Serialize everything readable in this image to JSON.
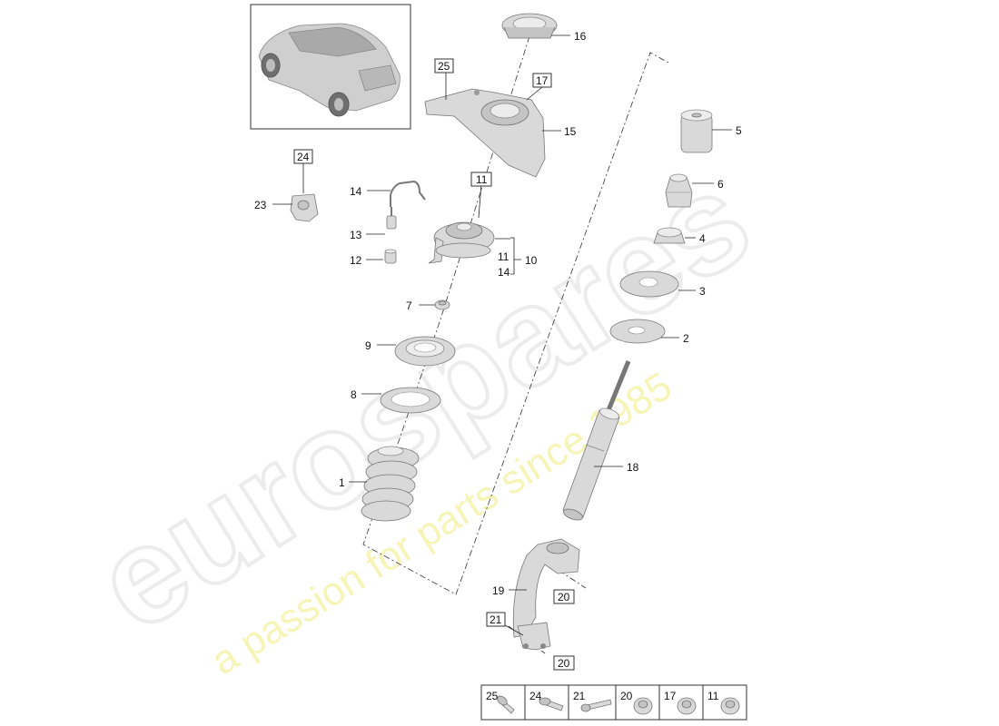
{
  "watermark": {
    "logo": "eurospares",
    "tagline": "a passion for parts since 1985"
  },
  "callouts": {
    "p1": "1",
    "p2": "2",
    "p3": "3",
    "p4": "4",
    "p5": "5",
    "p6": "6",
    "p7": "7",
    "p8": "8",
    "p9": "9",
    "p10": "10",
    "p12": "12",
    "p13": "13",
    "p14": "14",
    "p15": "15",
    "p16": "16",
    "p18": "18",
    "p19": "19",
    "p23": "23",
    "p10_sub_11": "11",
    "p10_sub_14": "14"
  },
  "boxed_refs": {
    "b25": "25",
    "b17": "17",
    "b24": "24",
    "b11": "11",
    "b20a": "20",
    "b21": "21",
    "b20b": "20"
  },
  "legend": {
    "items": [
      "25",
      "24",
      "21",
      "20",
      "17",
      "11"
    ]
  }
}
